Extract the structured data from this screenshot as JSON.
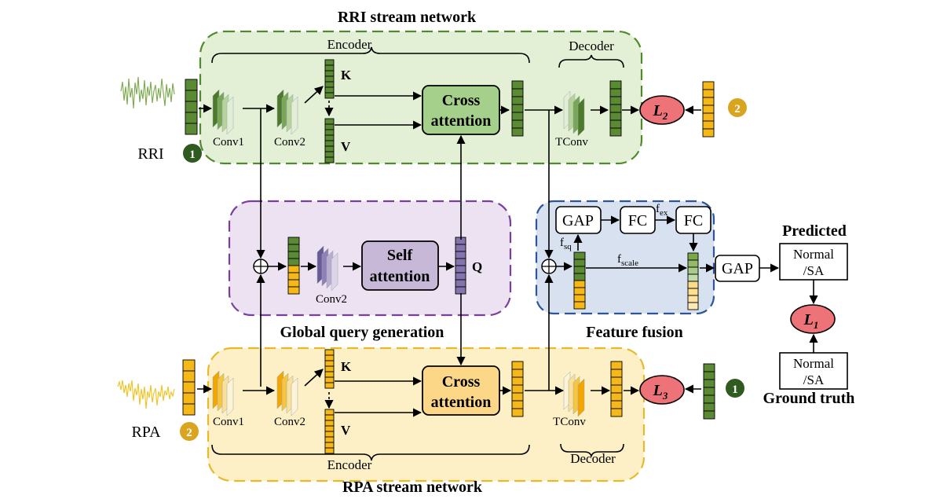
{
  "rri_stream": {
    "title": "RRI stream network",
    "encoder": "Encoder",
    "decoder": "Decoder",
    "input_label": "RRI",
    "input_badge": "1",
    "conv1": "Conv1",
    "conv2": "Conv2",
    "tconv": "TConv",
    "k": "K",
    "v": "V",
    "cross_attention_line1": "Cross",
    "cross_attention_line2": "attention",
    "loss_main": "L",
    "loss_sub": "2",
    "target_badge": "2"
  },
  "rpa_stream": {
    "title": "RPA stream network",
    "encoder": "Encoder",
    "decoder": "Decoder",
    "input_label": "RPA",
    "input_badge": "2",
    "conv1": "Conv1",
    "conv2": "Conv2",
    "tconv": "TConv",
    "k": "K",
    "v": "V",
    "cross_attention_line1": "Cross",
    "cross_attention_line2": "attention",
    "loss_main": "L",
    "loss_sub": "3",
    "target_badge": "1"
  },
  "global_query": {
    "title": "Global query generation",
    "conv2": "Conv2",
    "self_attention_line1": "Self",
    "self_attention_line2": "attention",
    "q": "Q"
  },
  "feature_fusion": {
    "title": "Feature fusion",
    "gap": "GAP",
    "fc1": "FC",
    "fc2": "FC",
    "f_sq_main": "f",
    "f_sq_sub": "sq",
    "f_ex_main": "f",
    "f_ex_sub": "ex",
    "f_scale_main": "f",
    "f_scale_sub": "scale"
  },
  "output": {
    "gap": "GAP",
    "predicted": "Predicted",
    "predicted_box_line1": "Normal",
    "predicted_box_line2": "/SA",
    "loss_main": "L",
    "loss_sub": "1",
    "truth_box_line1": "Normal",
    "truth_box_line2": "/SA",
    "ground_truth": "Ground truth"
  },
  "colors": {
    "rri_bg": "#e4f0d6",
    "rri_border": "#4f8a2e",
    "rri_block": "#5b8a35",
    "rpa_bg": "#fdf0c6",
    "rpa_border": "#e8b92a",
    "rpa_block": "#f6b817",
    "query_bg": "#ece2f1",
    "query_border": "#7a3f9a",
    "query_block": "#8474ad",
    "fusion_bg": "#d7e1f0",
    "fusion_border": "#2e5597",
    "loss_fill": "#ee7379"
  }
}
